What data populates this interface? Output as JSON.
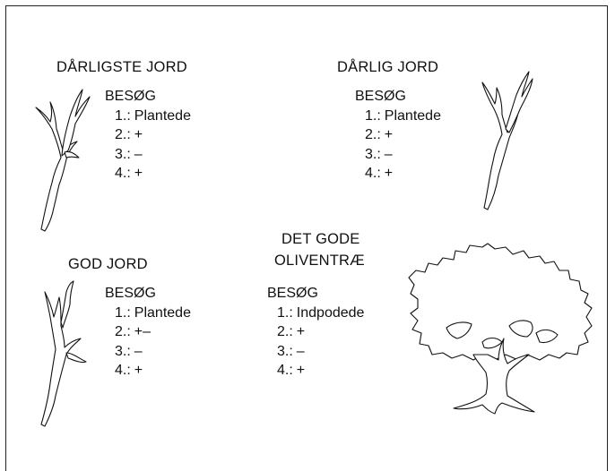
{
  "panels": {
    "worst_soil": {
      "heading": "DÅRLIGSTE JORD",
      "visits_title": "BESØG",
      "rows": [
        {
          "num": "1.:",
          "val": "Plantede"
        },
        {
          "num": "2.:",
          "val": "+"
        },
        {
          "num": "3.:",
          "val": "–"
        },
        {
          "num": "4.:",
          "val": "+"
        }
      ],
      "illustration": "dead-branch-icon"
    },
    "poor_soil": {
      "heading": "DÅRLIG JORD",
      "visits_title": "BESØG",
      "rows": [
        {
          "num": "1.:",
          "val": "Plantede"
        },
        {
          "num": "2.:",
          "val": "+"
        },
        {
          "num": "3.:",
          "val": "–"
        },
        {
          "num": "4.:",
          "val": "+"
        }
      ],
      "illustration": "dead-branch-icon"
    },
    "good_soil": {
      "heading": "GOD JORD",
      "visits_title": "BESØG",
      "rows": [
        {
          "num": "1.:",
          "val": "Plantede"
        },
        {
          "num": "2.:",
          "val": "+–"
        },
        {
          "num": "3.:",
          "val": "–"
        },
        {
          "num": "4.:",
          "val": "+"
        }
      ],
      "illustration": "dead-branch-icon"
    },
    "good_olive": {
      "heading_line1": "DET GODE",
      "heading_line2": "OLIVENTRÆ",
      "visits_title": "BESØG",
      "rows": [
        {
          "num": "1.:",
          "val": "Indpodede"
        },
        {
          "num": "2.:",
          "val": "+"
        },
        {
          "num": "3.:",
          "val": "–"
        },
        {
          "num": "4.:",
          "val": "+"
        }
      ],
      "illustration": "olive-tree-icon"
    }
  }
}
